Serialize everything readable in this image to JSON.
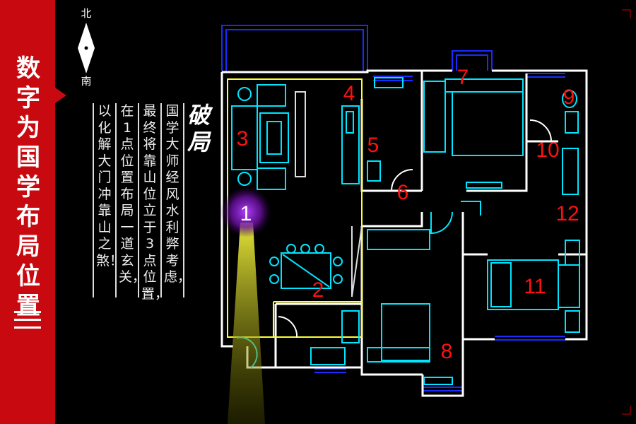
{
  "sidebar": {
    "title": "数字为国学布局位置",
    "menu_icon": "menu-icon"
  },
  "compass": {
    "north": "北",
    "south": "南"
  },
  "heading": "破局",
  "description_columns": [
    "国学大师经风水利弊考虑，",
    "最终将靠山位立于3点位置，",
    "在1点位置布局一道玄关，",
    "以化解大门冲靠山之煞！"
  ],
  "plan_labels": [
    "1",
    "2",
    "3",
    "4",
    "5",
    "6",
    "7",
    "8",
    "9",
    "10",
    "11",
    "12"
  ],
  "colors": {
    "accent": "#c8090f",
    "wall": "#ffffff",
    "window": "#1a2bff",
    "furniture": "#00e5ff",
    "highlight": "#ffff33",
    "label": "#ff1010"
  }
}
